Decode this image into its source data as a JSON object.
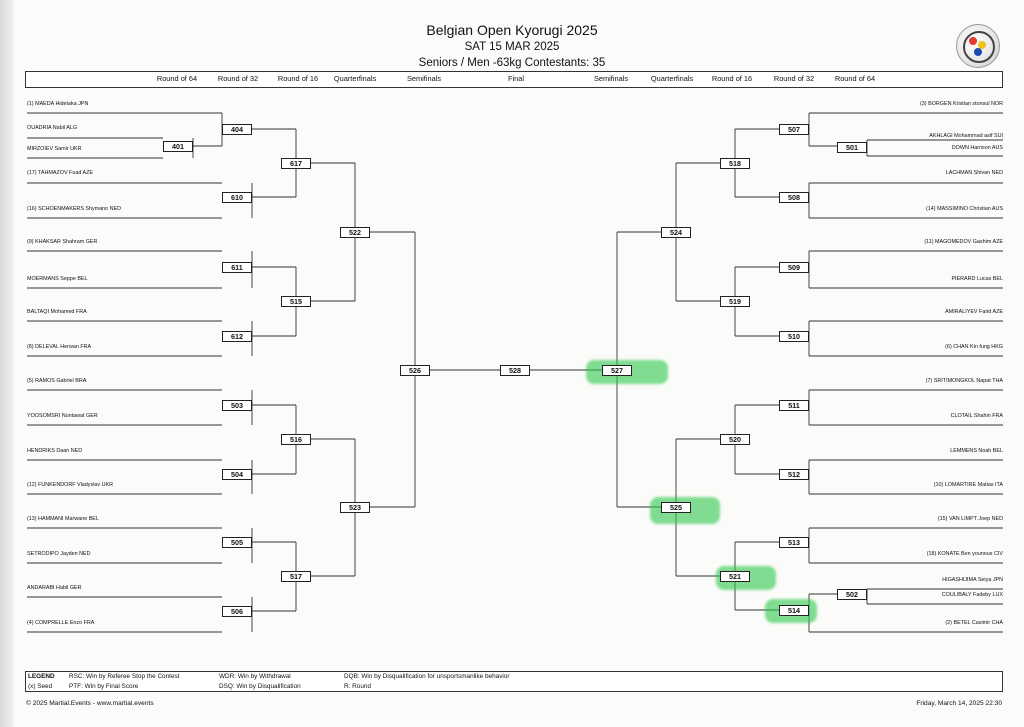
{
  "header": {
    "title": "Belgian Open Kyorugi 2025",
    "date": "SAT 15 MAR 2025",
    "category": "Seniors / Men -63kg   Contestants: 35"
  },
  "rounds": [
    "Round of 64",
    "Round of 32",
    "Round of 16",
    "Quarterfinals",
    "Semifinals",
    "Final",
    "Semifinals",
    "Quarterfinals",
    "Round of 16",
    "Round of 32",
    "Round of 64"
  ],
  "left_names": [
    "(1) MAEDA Hidetaka JPN",
    "OUADRIA Nabil ALG",
    "MIRZOIEV Samir UKR",
    "(17) TAHMAZOV Fuad AZE",
    "(16) SCHOENMAKERS Shymano NED",
    "(9) KHAKSAR Shahram GER",
    "MOERMANS Seppe BEL",
    "BALTAQI Mohamed FRA",
    "(8) DELEVAL Herwan FRA",
    "(5) RAMOS Gabriel BRA",
    "YOOSOMSRI Nontawat GER",
    "HENDRIKS Daan NED",
    "(12) FUNKENDORF Vladyslav UKR",
    "(13) HAMMANI Marwane BEL",
    "SETRODIPO Jayden NED",
    "ANDARABI Habil GER",
    "(4) COMPRELLE Enzo FRA"
  ],
  "right_names": [
    "(3) BORGEN Kristian stonsul NOR",
    "AKHLAGI Mohammad asif SUI",
    "DOWN Harrison AUS",
    "LACHMAN Shivan NED",
    "(14) MASSIMINO Christian AUS",
    "(11) MAGOMEDOV Gashim AZE",
    "PIERARD Lucas BEL",
    "AMIRALIYEV Farid AZE",
    "(6) CHAN Kin fung HKG",
    "(7) SRITIMONGKOL Napat THA",
    "CLOTAIL Shahin FRA",
    "LEMMENS Noah BEL",
    "(10) LOMARTIRE Matias ITA",
    "(15) VAN LIMPT Joep NED",
    "(18) KONATE Ben younous CIV",
    "HIGASHIJIMA Seiya JPN",
    "COULIBALY Fadeby LUX",
    "(2) BETEL Casimir CHA"
  ],
  "matches": {
    "m401": "401",
    "m404": "404",
    "m610": "610",
    "m611": "611",
    "m612": "612",
    "m503": "503",
    "m504": "504",
    "m505": "505",
    "m506": "506",
    "m617": "617",
    "m515": "515",
    "m516": "516",
    "m517": "517",
    "m522": "522",
    "m523": "523",
    "m526": "526",
    "m528": "528",
    "m527": "527",
    "m524": "524",
    "m525": "525",
    "m518": "518",
    "m519": "519",
    "m520": "520",
    "m521": "521",
    "m507": "507",
    "m501": "501",
    "m508": "508",
    "m509": "509",
    "m510": "510",
    "m511": "511",
    "m512": "512",
    "m513": "513",
    "m502": "502",
    "m514": "514"
  },
  "legend": {
    "title": "LEGEND",
    "seed": "(x) Seed",
    "rsc": "RSC: Win by Referee Stop the Contest",
    "ptf": "PTF: Win by Final Score",
    "wdr": "WDR: Win by Withdrawal",
    "dsq": "DSQ: Win by Disqualification",
    "dqb": "DQB: Win by Disqualification for unsportsmanlike behavior",
    "r": "R: Round"
  },
  "footer": {
    "copyright": "© 2025 Martial.Events - www.martial.events",
    "printed": "Friday, March 14, 2025 22:30"
  },
  "colors": {
    "highlight": "#2ec84a",
    "line": "#333333"
  },
  "icons": {
    "logo": "belgian-open-logo"
  }
}
